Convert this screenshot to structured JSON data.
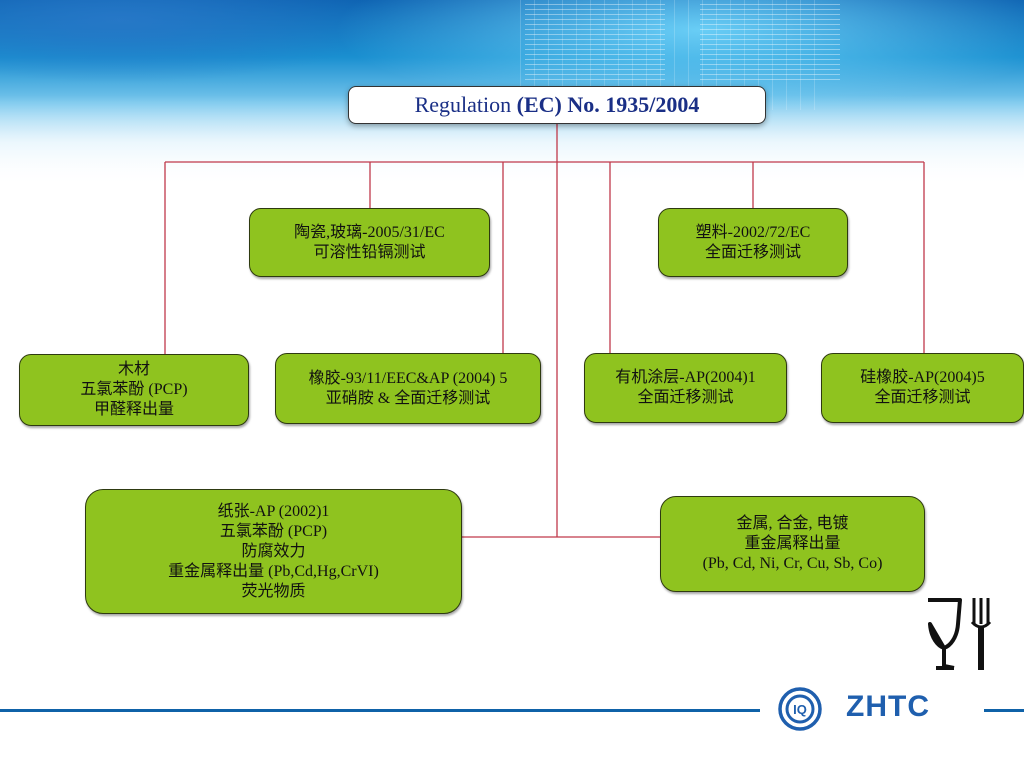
{
  "root": {
    "prefix": "Regulation ",
    "label_bold": "(EC) No. 1935/2004"
  },
  "nodes": {
    "ceramic": {
      "lines": [
        "陶瓷,玻璃-2005/31/EC",
        "可溶性铅镉测试"
      ]
    },
    "plastic": {
      "lines": [
        "塑料-2002/72/EC",
        "全面迁移测试"
      ]
    },
    "wood": {
      "lines": [
        "木材",
        "五氯苯酚 (PCP)",
        "甲醛释出量"
      ]
    },
    "rubber": {
      "lines": [
        "橡胶-93/11/EEC&AP (2004) 5",
        "亚硝胺 & 全面迁移测试"
      ]
    },
    "coating": {
      "lines": [
        "有机涂层-AP(2004)1",
        "全面迁移测试"
      ]
    },
    "silicone": {
      "lines": [
        "硅橡胶-AP(2004)5",
        "全面迁移测试"
      ]
    },
    "paper": {
      "lines": [
        "纸张-AP (2002)1",
        "五氯苯酚 (PCP)",
        "防腐效力",
        "重金属释出量 (Pb,Cd,Hg,CrVI)",
        "荧光物质"
      ]
    },
    "metal": {
      "lines": [
        "金属, 合金, 电镀",
        "重金属释出量",
        "(Pb, Cd, Ni, Cr, Cu, Sb, Co)"
      ]
    }
  },
  "logo": {
    "text": "ZHTC",
    "emblem": "IQ"
  },
  "colors": {
    "box": "#8fc31f",
    "connector": "#c0394b",
    "root_text": "#1a2f86",
    "brand": "#1f5fae"
  },
  "icons": {
    "food_safe": "glass-fork-icon"
  }
}
